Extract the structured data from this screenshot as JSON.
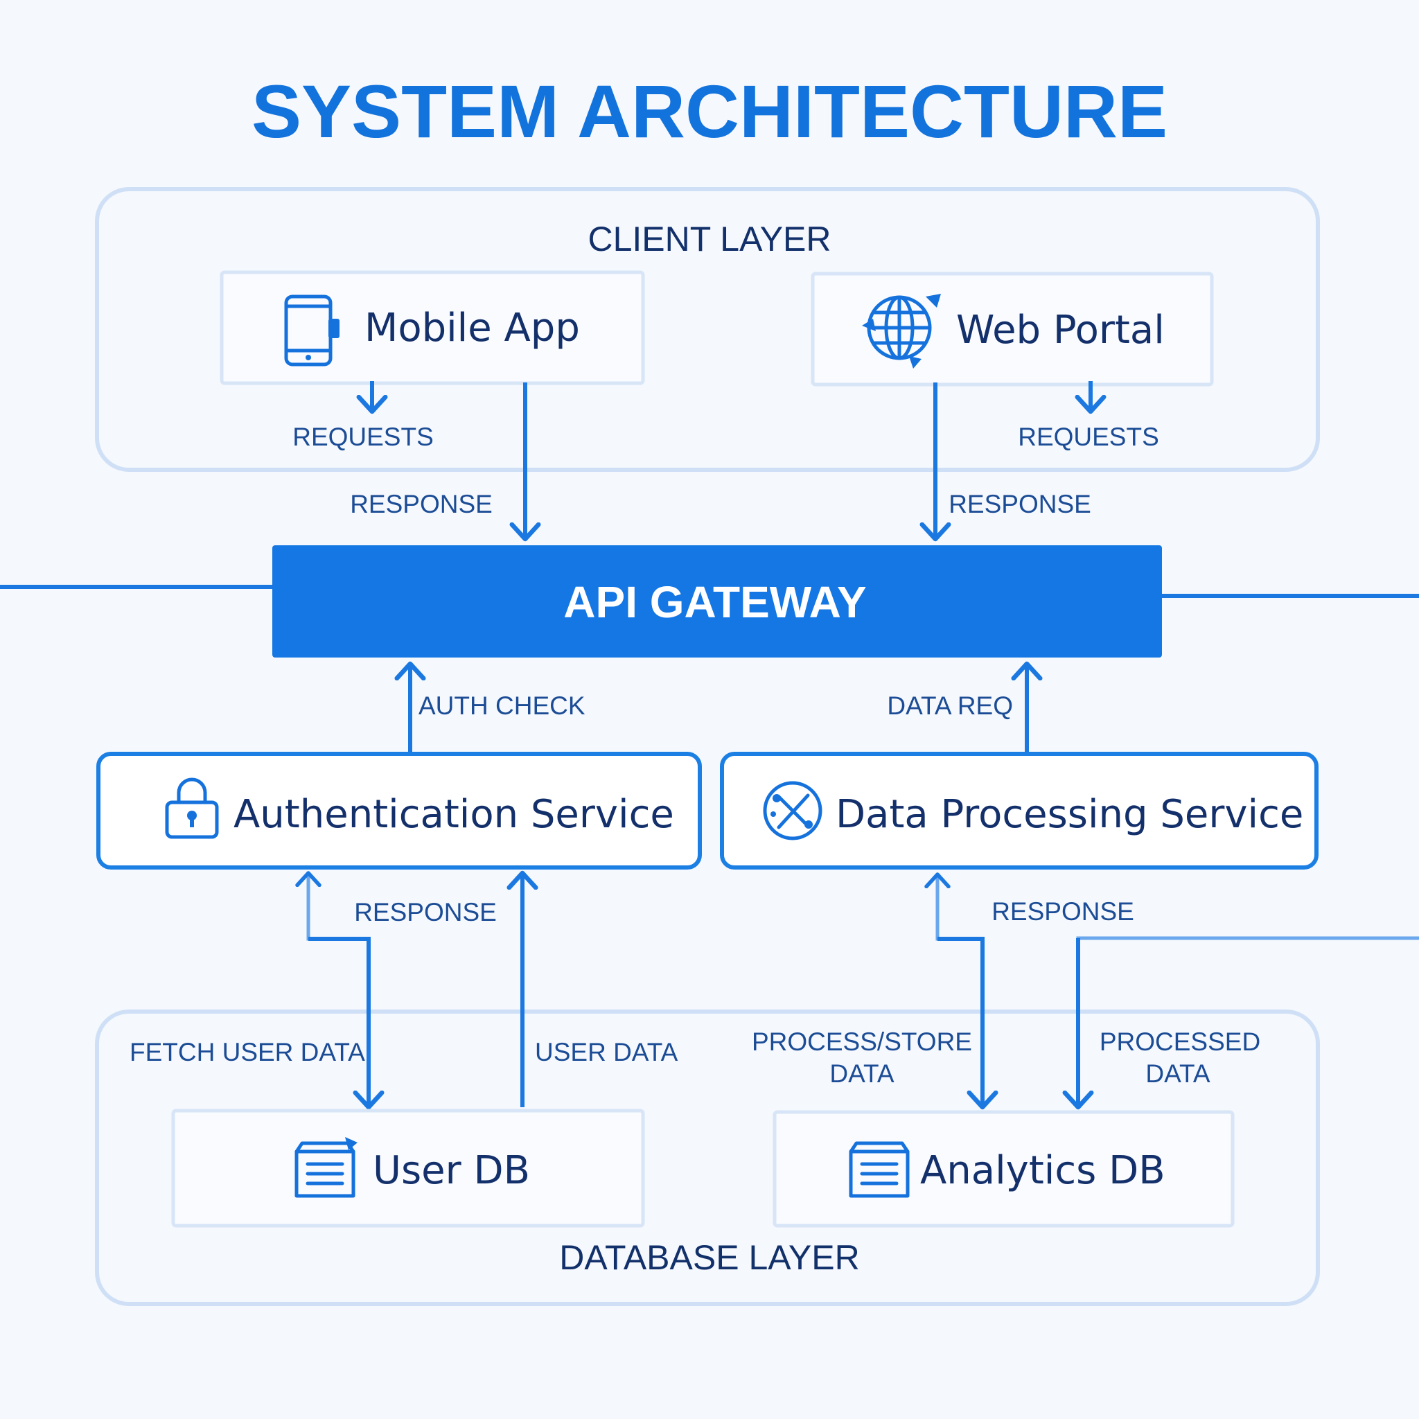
{
  "title": "SYSTEM ARCHITECTURE",
  "layers": {
    "client": "CLIENT LAYER",
    "database": "DATABASE LAYER"
  },
  "nodes": {
    "mobile_app": {
      "label": "Mobile App",
      "icon": "mobile-phone-icon"
    },
    "web_portal": {
      "label": "Web Portal",
      "icon": "globe-icon"
    },
    "api_gateway": {
      "label": "API GATEWAY"
    },
    "auth_service": {
      "label": "Authentication Service",
      "icon": "padlock-icon"
    },
    "data_service": {
      "label": "Data Processing Service",
      "icon": "tools-icon"
    },
    "user_db": {
      "label": "User DB",
      "icon": "database-icon"
    },
    "analytics_db": {
      "label": "Analytics DB",
      "icon": "database-icon"
    }
  },
  "edges": {
    "mobile_requests": "REQUESTS",
    "web_requests": "REQUESTS",
    "mobile_response": "RESPONSE",
    "web_response": "RESPONSE",
    "auth_check": "AUTH CHECK",
    "data_req": "DATA REQ",
    "auth_db_response": "RESPONSE",
    "data_db_response": "RESPONSE",
    "fetch_user_data": "FETCH USER DATA",
    "user_data": "USER DATA",
    "process_store_line1": "PROCESS/STORE",
    "process_store_line2": "DATA",
    "processed_line1": "PROCESSED",
    "processed_line2": "DATA"
  },
  "colors": {
    "accent": "#1577e3",
    "title": "#1373dd",
    "text_dark": "#14306b",
    "layer_border": "#cfe0f6",
    "background": "#f5f8fd"
  }
}
